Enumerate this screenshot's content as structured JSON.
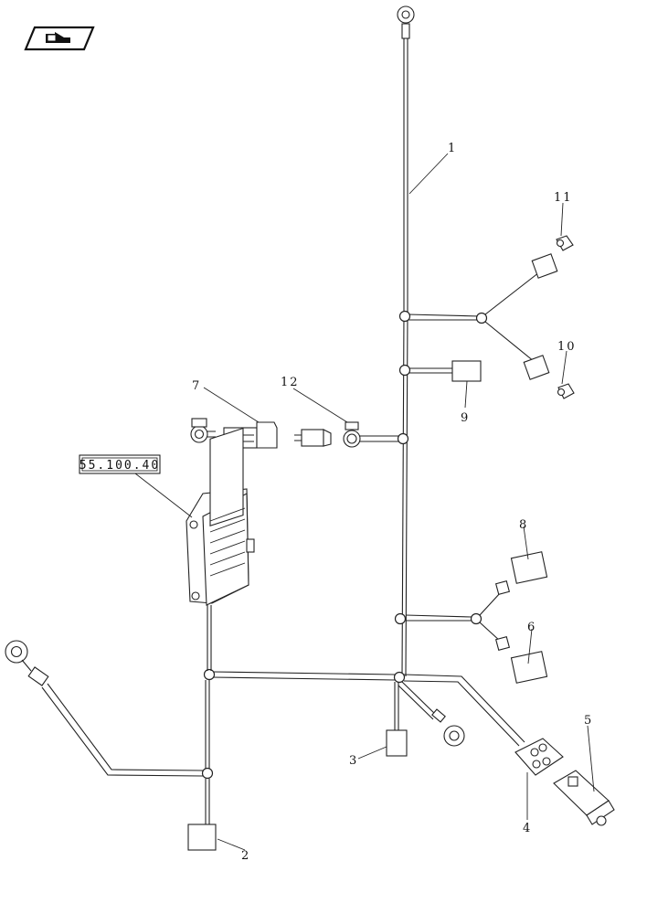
{
  "nav_icon": "back-arrow-icon",
  "reference_box": {
    "label": "55.100.40"
  },
  "callouts": {
    "c1": "1",
    "c2": "2",
    "c3": "3",
    "c4": "4",
    "c5": "5",
    "c6": "6",
    "c7": "7",
    "c8": "8",
    "c9": "9",
    "c10": "10",
    "c11": "11",
    "c12": "12"
  }
}
